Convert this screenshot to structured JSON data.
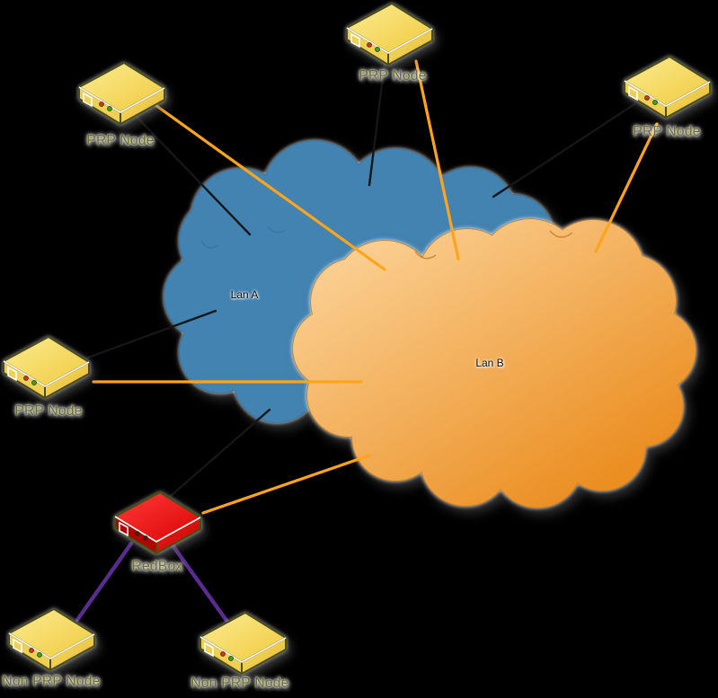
{
  "diagram": {
    "background": "#000000",
    "lans": {
      "lan_a": {
        "label": "Lan A",
        "fill": "#4283B2",
        "outline": "#2F6F9D"
      },
      "lan_b": {
        "label": "Lan B",
        "fill_top": "#FACF92",
        "fill_bottom": "#EB8F23",
        "outline": "#C67B1F"
      }
    },
    "nodes": {
      "prp_top_left": {
        "label": "PRP Node"
      },
      "prp_top_center": {
        "label": "PRP Node"
      },
      "prp_top_right": {
        "label": "PRP Node"
      },
      "prp_left": {
        "label": "PRP Node"
      },
      "redbox": {
        "label": "RedBox"
      },
      "non_prp_left": {
        "label": "Non PRP Node"
      },
      "non_prp_center": {
        "label": "Non PRP Node"
      }
    },
    "device_colors": {
      "prp_node_body": "#F2CE46",
      "redbox_body": "#E41010"
    },
    "links": {
      "lan_a_color": "#161616",
      "lan_b_color": "#FFA41C",
      "interlink_color": "#5A2C8F",
      "connections": [
        {
          "from": "PRP Node (top left)",
          "to": "Lan A"
        },
        {
          "from": "PRP Node (top left)",
          "to": "Lan B"
        },
        {
          "from": "PRP Node (top center)",
          "to": "Lan A"
        },
        {
          "from": "PRP Node (top center)",
          "to": "Lan B"
        },
        {
          "from": "PRP Node (top right)",
          "to": "Lan A"
        },
        {
          "from": "PRP Node (top right)",
          "to": "Lan B"
        },
        {
          "from": "PRP Node (left)",
          "to": "Lan A"
        },
        {
          "from": "PRP Node (left)",
          "to": "Lan B"
        },
        {
          "from": "RedBox",
          "to": "Lan A"
        },
        {
          "from": "RedBox",
          "to": "Lan B"
        },
        {
          "from": "RedBox",
          "to": "Non PRP Node (left)"
        },
        {
          "from": "RedBox",
          "to": "Non PRP Node (center)"
        }
      ]
    }
  }
}
